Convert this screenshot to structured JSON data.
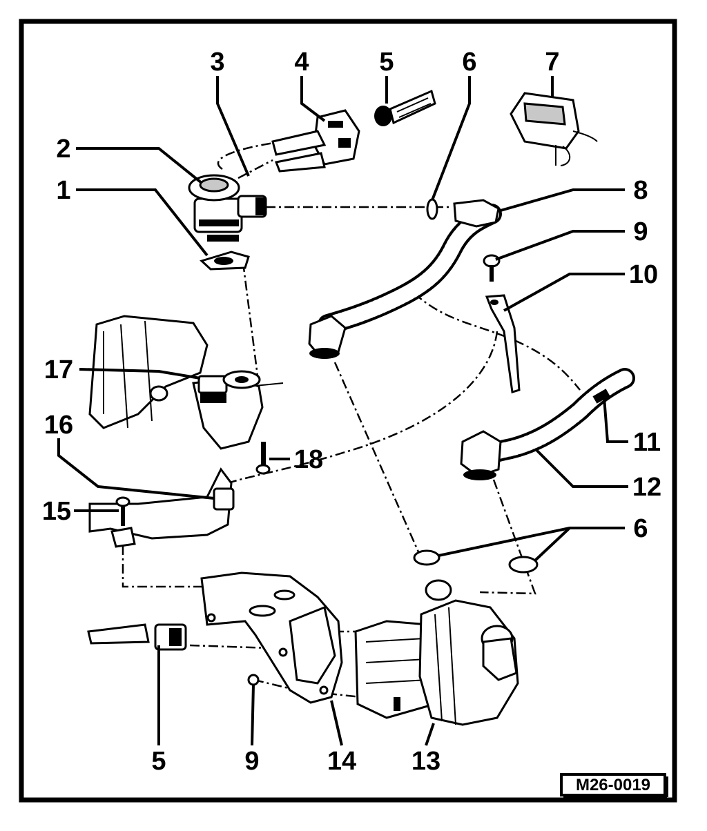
{
  "callouts": {
    "c1": "1",
    "c2": "2",
    "c3": "3",
    "c4": "4",
    "c5_top": "5",
    "c6_top": "6",
    "c7": "7",
    "c8": "8",
    "c9_right": "9",
    "c10": "10",
    "c11": "11",
    "c12": "12",
    "c6_bottom": "6",
    "c13": "13",
    "c14": "14",
    "c9_bottom": "9",
    "c5_bottom": "5",
    "c15": "15",
    "c16": "16",
    "c17": "17",
    "c18": "18"
  },
  "reference_code": "M26-0019"
}
